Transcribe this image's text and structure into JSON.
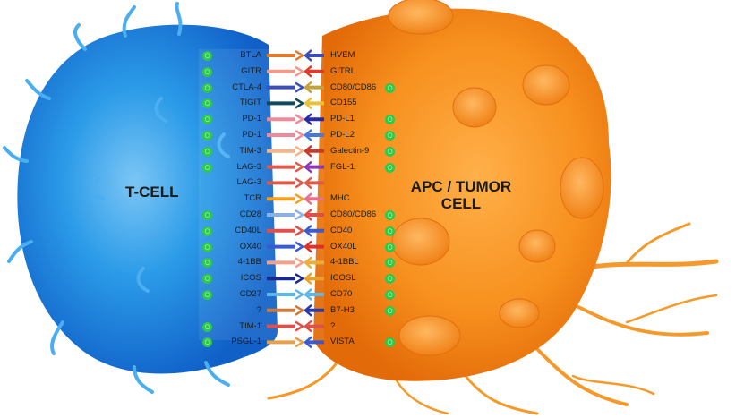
{
  "tcell": {
    "title": "T-CELL",
    "color": "#1f8fe6"
  },
  "apc": {
    "title_line1": "APC / TUMOR",
    "title_line2": "CELL",
    "color": "#f7901e"
  },
  "dot_icon": "magnifier-icon",
  "dot_color": "#2ec94a",
  "pairs": [
    {
      "left": "BTLA",
      "right": "HVEM",
      "left_color": "#e07a2a",
      "right_color": "#3c4fb8",
      "left_dot": true,
      "right_dot": false
    },
    {
      "left": "GITR",
      "right": "GITRL",
      "left_color": "#f29a8a",
      "right_color": "#e23a2a",
      "left_dot": true,
      "right_dot": false
    },
    {
      "left": "CTLA-4",
      "right": "CD80/CD86",
      "left_color": "#3c4fb8",
      "right_color": "#c2a23a",
      "left_dot": true,
      "right_dot": true
    },
    {
      "left": "TIGIT",
      "right": "CD155",
      "left_color": "#0f4a5a",
      "right_color": "#e8c23a",
      "left_dot": true,
      "right_dot": false
    },
    {
      "left": "PD-1",
      "right": "PD-L1",
      "left_color": "#f08a9a",
      "right_color": "#2a2aa8",
      "left_dot": true,
      "right_dot": true
    },
    {
      "left": "PD-1",
      "right": "PD-L2",
      "left_color": "#f08a9a",
      "right_color": "#4a7ad8",
      "left_dot": true,
      "right_dot": true
    },
    {
      "left": "TIM-3",
      "right": "Galectin-9",
      "left_color": "#f5b48a",
      "right_color": "#c83a2a",
      "left_dot": true,
      "right_dot": true
    },
    {
      "left": "LAG-3",
      "right": "FGL-1",
      "left_color": "#e05a4a",
      "right_color": "#8a3ab8",
      "left_dot": true,
      "right_dot": true
    },
    {
      "left": "LAG-3",
      "right": "",
      "left_color": "#e05a4a",
      "right_color": "#e05a4a",
      "left_dot": false,
      "right_dot": false
    },
    {
      "left": "TCR",
      "right": "MHC",
      "left_color": "#f2a020",
      "right_color": "#e8708a",
      "left_dot": false,
      "right_dot": false
    },
    {
      "left": "CD28",
      "right": "CD80/CD86",
      "left_color": "#8ab0e8",
      "right_color": "#e0504a",
      "left_dot": true,
      "right_dot": true
    },
    {
      "left": "CD40L",
      "right": "CD40",
      "left_color": "#e0504a",
      "right_color": "#3a5ad0",
      "left_dot": true,
      "right_dot": true
    },
    {
      "left": "OX40",
      "right": "OX40L",
      "left_color": "#3a5ad0",
      "right_color": "#e0302a",
      "left_dot": true,
      "right_dot": true
    },
    {
      "left": "4-1BB",
      "right": "4-1BBL",
      "left_color": "#f5a08a",
      "right_color": "#e8b03a",
      "left_dot": true,
      "right_dot": true
    },
    {
      "left": "ICOS",
      "right": "ICOSL",
      "left_color": "#1a2a8a",
      "right_color": "#e8a02a",
      "left_dot": true,
      "right_dot": true
    },
    {
      "left": "CD27",
      "right": "CD70",
      "left_color": "#5ab8e8",
      "right_color": "#5ab8e8",
      "left_dot": true,
      "right_dot": true
    },
    {
      "left": "?",
      "right": "B7-H3",
      "left_color": "#d07a3a",
      "right_color": "#2a3aa8",
      "left_dot": false,
      "right_dot": true
    },
    {
      "left": "TIM-1",
      "right": "?",
      "left_color": "#e0504a",
      "right_color": "#e0504a",
      "left_dot": true,
      "right_dot": false
    },
    {
      "left": "PSGL-1",
      "right": "VISTA",
      "left_color": "#e8a04a",
      "right_color": "#3a5ad0",
      "left_dot": true,
      "right_dot": true
    }
  ]
}
